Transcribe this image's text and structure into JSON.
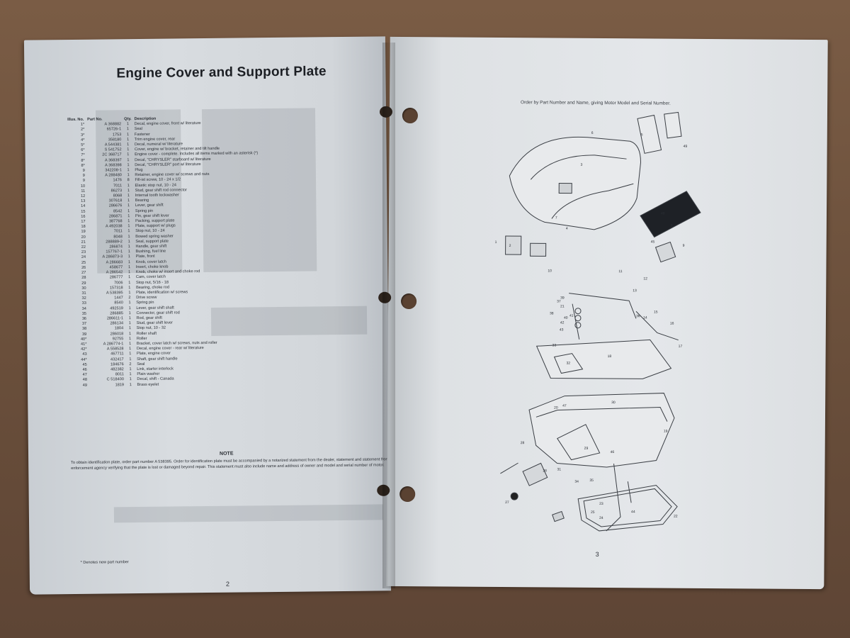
{
  "left_page": {
    "title": "Engine Cover and Support Plate",
    "columns": [
      "Illus. No.",
      "Part No.",
      "Qty.",
      "Description"
    ],
    "rows": [
      [
        "1*",
        "A 368882",
        "1",
        "Decal, engine cover, front w/ literature"
      ],
      [
        "2*",
        "65726-1",
        "1",
        "Seal"
      ],
      [
        "3*",
        "1753",
        "1",
        "Fastener"
      ],
      [
        "4*",
        "358180",
        "1",
        "Trim engine cover, rear"
      ],
      [
        "5*",
        "A 544381",
        "1",
        "Decal, numeral w/ literature"
      ],
      [
        "6*",
        "S 541752",
        "1",
        "Cover, engine w/ bracket, retainer and tilt handle"
      ],
      [
        "7*",
        "2C 368717",
        "1",
        "Engine cover - complete. Includes all items marked with an asterisk (*)"
      ],
      [
        "8*",
        "A 368397",
        "1",
        "Decal, \"CHRYSLER\" starboard w/ literature"
      ],
      [
        "8*",
        "A 368398",
        "1",
        "Decal, \"CHRYSLER\" port w/ literature"
      ],
      [
        "9",
        "342208-1",
        "1",
        "Plug"
      ],
      [
        "9",
        "A 288480",
        "1",
        "Retainer, engine cover w/ screws and nuts"
      ],
      [
        "9",
        "1476",
        "8",
        "Fill-ist screw, 10 - 24 x 1/2"
      ],
      [
        "10",
        "7011",
        "1",
        "Elastic stop nut, 10 - 24"
      ],
      [
        "11",
        "86273",
        "1",
        "Stud, gear shift rod connector"
      ],
      [
        "12",
        "8068",
        "1",
        "Internal tooth lockwasher"
      ],
      [
        "13",
        "307618",
        "1",
        "Bearing"
      ],
      [
        "14",
        "286676",
        "1",
        "Lever, gear shift"
      ],
      [
        "15",
        "8542",
        "1",
        "Spring pin"
      ],
      [
        "16",
        "286871",
        "1",
        "Pin, gear shift lever"
      ],
      [
        "17",
        "387768",
        "1",
        "Packing, support plate"
      ],
      [
        "18",
        "A 492038",
        "1",
        "Plate, support w/ plugs"
      ],
      [
        "19",
        "7011",
        "1",
        "Stop nut, 10 - 24"
      ],
      [
        "20",
        "8048",
        "1",
        "Bowed spring washer"
      ],
      [
        "21",
        "288889-2",
        "1",
        "Seal, support plate"
      ],
      [
        "22",
        "286874",
        "1",
        "Handle, gear shift"
      ],
      [
        "23",
        "157767-1",
        "1",
        "Bushing, fuel line"
      ],
      [
        "24",
        "A 286873-3",
        "1",
        "Plate, front"
      ],
      [
        "25",
        "A 286683",
        "1",
        "Knob, cover latch"
      ],
      [
        "26",
        "458677",
        "1",
        "Insert, choke knob"
      ],
      [
        "27",
        "A 286542",
        "1",
        "Knob, choke w/ insert and choke rod"
      ],
      [
        "28",
        "286777",
        "1",
        "Cam, cover latch"
      ],
      [
        "29",
        "7006",
        "1",
        "Stop nut, 5/16 - 18"
      ],
      [
        "30",
        "157318",
        "1",
        "Bearing, choke rod"
      ],
      [
        "31",
        "A 538395",
        "1",
        "Plate, identification w/ screws"
      ],
      [
        "32",
        "1447",
        "2",
        "Drive screw"
      ],
      [
        "33",
        "8540",
        "1",
        "Spring pin"
      ],
      [
        "34",
        "492519",
        "1",
        "Lever, gear shift shaft"
      ],
      [
        "35",
        "286885",
        "1",
        "Connector, gear shift rod"
      ],
      [
        "36",
        "286611-1",
        "1",
        "Rod, gear shift"
      ],
      [
        "37",
        "286134",
        "1",
        "Stud, gear shift lever"
      ],
      [
        "38",
        "1804",
        "1",
        "Stop nut, 10 - 32"
      ],
      [
        "39",
        "286018",
        "1",
        "Roller shaft"
      ],
      [
        "40*",
        "92755",
        "1",
        "Roller"
      ],
      [
        "41*",
        "A 286774-1",
        "1",
        "Bracket, cover latch w/ screws, nuts and roller"
      ],
      [
        "42*",
        "A 558528",
        "1",
        "Decal, engine cover - rear w/ literature"
      ],
      [
        "43",
        "467711",
        "1",
        "Plate, engine cover"
      ],
      [
        "44*",
        "432417",
        "1",
        "Shaft, gear shift handle"
      ],
      [
        "45",
        "184676",
        "2",
        "Seal"
      ],
      [
        "46",
        "482382",
        "1",
        "Link, starter interlock"
      ],
      [
        "47",
        "8011",
        "1",
        "Plain washer"
      ],
      [
        "48",
        "C 518400",
        "1",
        "Decal, shift - Canada"
      ],
      [
        "49",
        "1819",
        "1",
        "Brass eyelet"
      ]
    ],
    "note_heading": "NOTE",
    "note_text": "To obtain identification plate, order part number A 538395. Order for identification plate must be accompanied by a notarized statement from the dealer, statement and statement from a law enforcement agency verifying that the plate is lost or damaged beyond repair. This statement must also include name and address of owner and model and serial number of motor.",
    "footnote": "* Denotes new part number",
    "page_number": "2"
  },
  "right_page": {
    "order_line": "Order by Part Number and Name, giving Motor Model and Serial Number.",
    "page_number": "3",
    "callouts": [
      "1",
      "2",
      "3",
      "4",
      "5",
      "6",
      "7",
      "8",
      "9",
      "10",
      "11",
      "12",
      "13",
      "14",
      "15",
      "16",
      "17",
      "18",
      "19",
      "20",
      "21",
      "22",
      "23",
      "24",
      "25",
      "26",
      "27",
      "28",
      "29",
      "30",
      "31",
      "32",
      "33",
      "34",
      "35",
      "36",
      "37",
      "38",
      "39",
      "40",
      "41",
      "42",
      "43",
      "44",
      "45",
      "46",
      "47",
      "48",
      "49"
    ]
  },
  "colors": {
    "ink": "#2b2f35",
    "paper_left": "#d4d8dc",
    "paper_right": "#e2e5e8",
    "background": "#6a4f3b"
  }
}
